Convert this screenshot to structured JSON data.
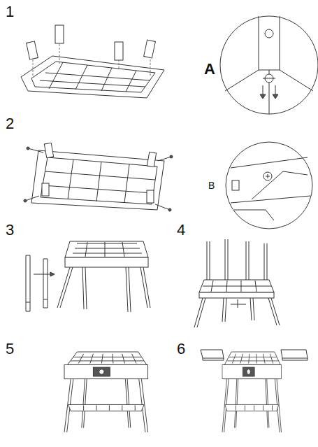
{
  "diagram": {
    "labels": [
      "1",
      "A",
      "2",
      "B",
      "3",
      "4",
      "5",
      "6"
    ]
  }
}
